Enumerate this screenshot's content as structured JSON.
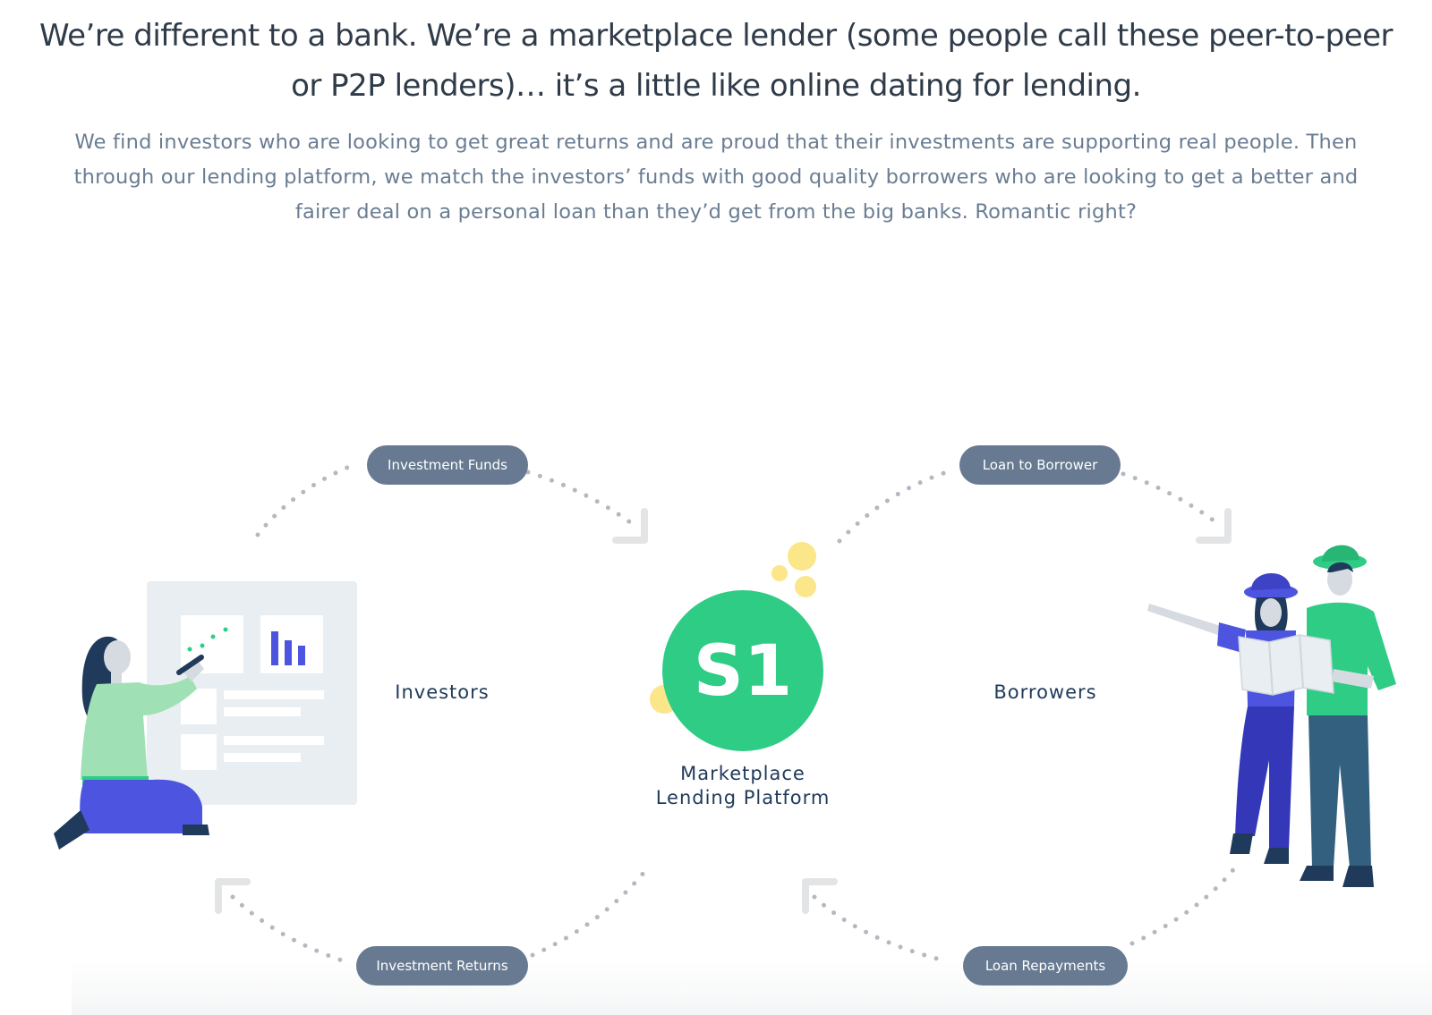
{
  "headline": {
    "line1": "We’re different to a bank. We’re a marketplace lender (some people call these peer-to-peer",
    "line2": "or P2P lenders)… it’s a little like online dating for lending."
  },
  "intro": {
    "line1": "We find investors who are looking to get great returns and are proud that their investments are supporting real people. Then",
    "line2": "through our lending platform, we match the investors’ funds with good quality borrowers who are looking to get a better and",
    "line3": "fairer deal on a personal loan than they’d get from the big banks. Romantic right?"
  },
  "diagram": {
    "investors_label": "Investors",
    "borrowers_label": "Borrowers",
    "platform_logo": "S1",
    "platform_label_line1": "Marketplace",
    "platform_label_line2": "Lending Platform",
    "flows": {
      "investment_funds": "Investment Funds",
      "loan_to_borrower": "Loan to Borrower",
      "investment_returns": "Investment Returns",
      "loan_repayments": "Loan Repayments"
    }
  },
  "colors": {
    "heading": "#2f3b48",
    "body_text": "#6a7d92",
    "pill": "#677a91",
    "brand_green": "#2ecc85",
    "accent_yellow": "#fbe68a",
    "accent_blue": "#4d55e0",
    "navy": "#1f3a5a",
    "dots": "#b3b9c0"
  }
}
